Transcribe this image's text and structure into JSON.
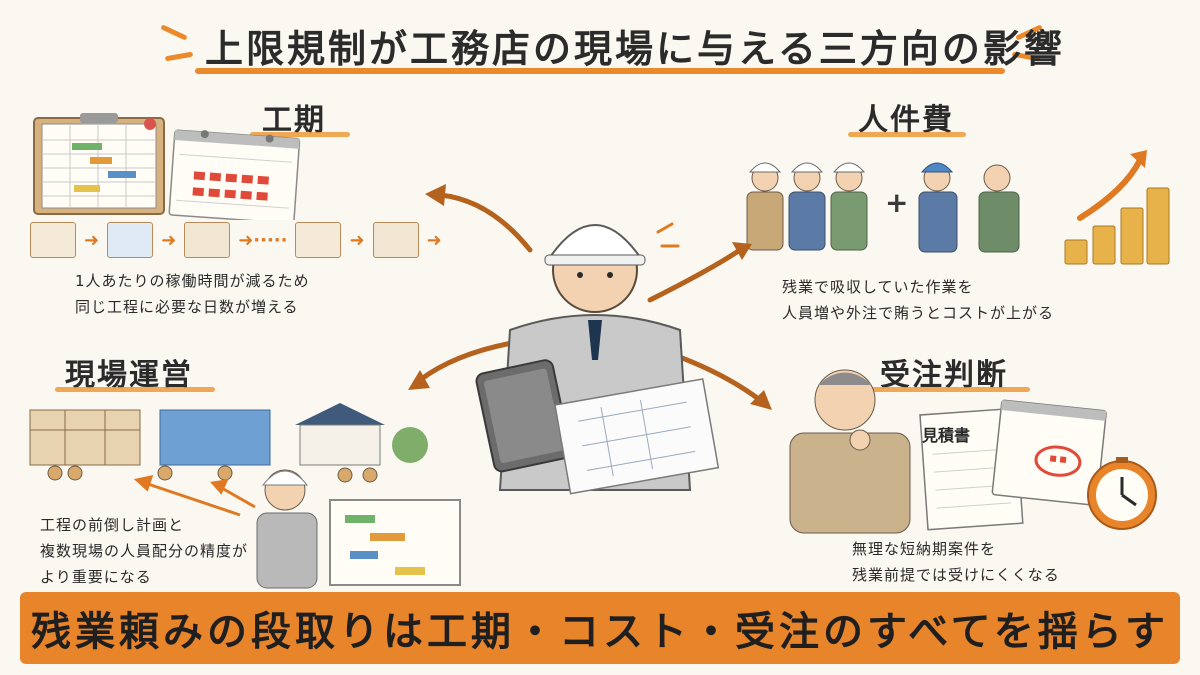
{
  "title": "上限規制が工務店の現場に与える三方向の影響",
  "sections": {
    "kouki": {
      "heading": "工期",
      "lines": [
        "1人あたりの稼働時間が減るため",
        "同じ工程に必要な日数が増える"
      ]
    },
    "jinkenhi": {
      "heading": "人件費",
      "lines": [
        "残業で吸収していた作業を",
        "人員増や外注で賄うとコストが上がる"
      ]
    },
    "genba": {
      "heading": "現場運営",
      "lines": [
        "工程の前倒し計画と",
        "複数現場の人員配分の精度が",
        "より重要になる"
      ]
    },
    "juchu": {
      "heading": "受注判断",
      "lines": [
        "無理な短納期案件を",
        "残業前提では受けにくくなる"
      ]
    }
  },
  "estimate_doc_label": "見積書",
  "banner": "残業頼みの段取りは工期・コスト・受注のすべてを揺らす",
  "colors": {
    "accent": "#e8842a",
    "background": "#fbf8f1",
    "arrow": "#b4621e"
  }
}
